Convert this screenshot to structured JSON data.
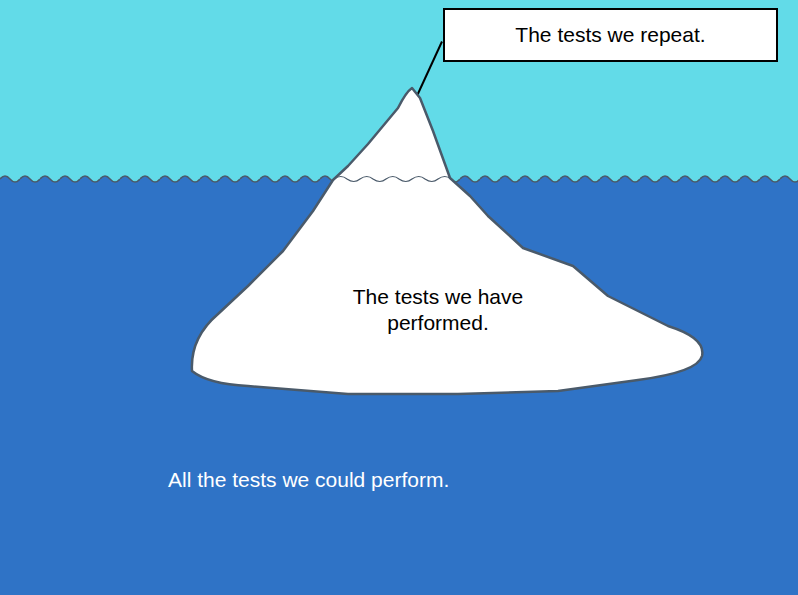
{
  "diagram": {
    "nodes": [
      {
        "text": [
          "The tests we repeat."
        ]
      },
      {
        "text": [
          "The tests we have performed."
        ]
      }
    ],
    "edges": [
      {
        "from": 0,
        "to": 1,
        "arrow": "none"
      }
    ],
    "labels": [
      "All the tests we could perform."
    ]
  }
}
